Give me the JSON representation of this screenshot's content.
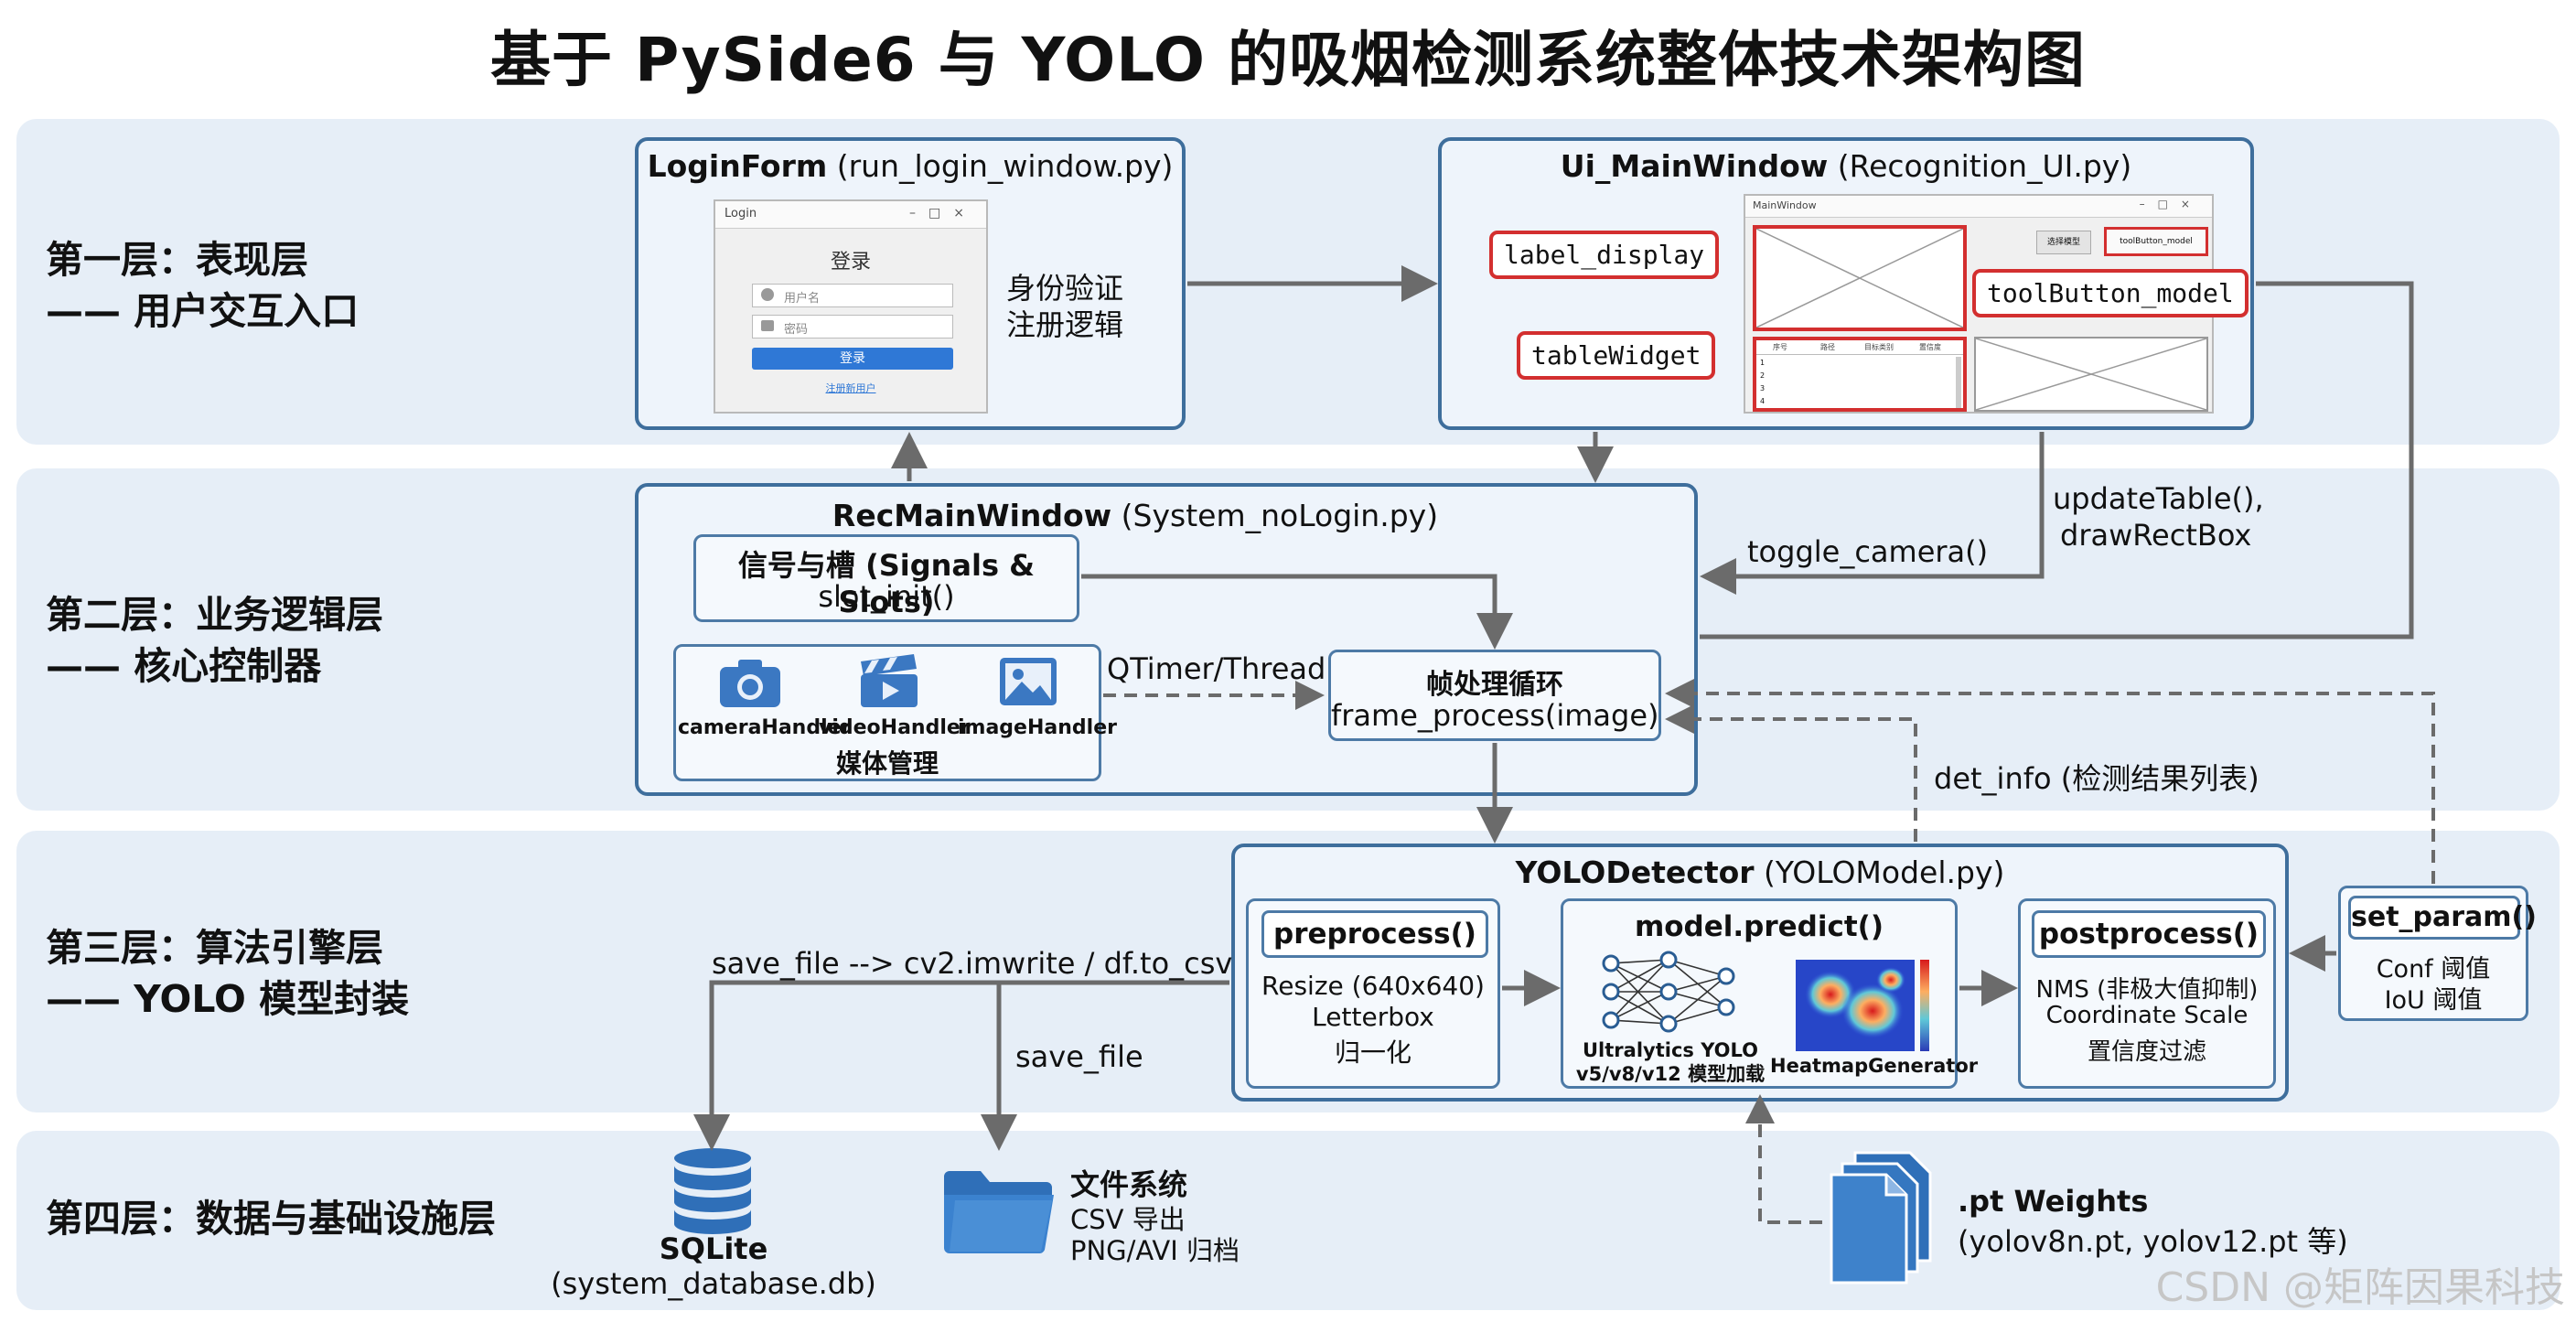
{
  "title": "基于 PySide6 与 YOLO 的吸烟检测系统整体技术架构图",
  "layers": [
    {
      "line1": "第一层：表现层",
      "line2": "—— 用户交互入口"
    },
    {
      "line1": "第二层：业务逻辑层",
      "line2": "—— 核心控制器"
    },
    {
      "line1": "第三层：算法引擎层",
      "line2": "—— YOLO 模型封装"
    },
    {
      "line1": "第四层：数据与基础设施层",
      "line2": ""
    }
  ],
  "login": {
    "title_bold": "LoginForm",
    "title_rest": " (run_login_window.py)",
    "window_title": "Login",
    "heading": "登录",
    "user_placeholder": "用户名",
    "pass_placeholder": "密码",
    "button": "登录",
    "link": "注册新用户",
    "desc1": "身份验证",
    "desc2": "注册逻辑"
  },
  "ui_main": {
    "title_bold": "Ui_MainWindow",
    "title_rest": " (Recognition_UI.py)",
    "window_title": "MainWindow",
    "label_display": "label_display",
    "tableWidget": "tableWidget",
    "toolButton_model": "toolButton_model",
    "mini_btn1": "选择模型",
    "mini_btn2": "toolButton_model",
    "table_headers": [
      "序号",
      "路径",
      "目标类别",
      "置信度"
    ],
    "table_rows": [
      "1",
      "2",
      "3",
      "4"
    ]
  },
  "rec": {
    "title_bold": "RecMainWindow",
    "title_rest": " (System_noLogin.py)",
    "signals_bold": "信号与槽 (Signals & Slots)",
    "signals_sub": "slot_init()",
    "media": {
      "handlers": [
        "cameraHandler",
        "videoHandler",
        "imageHandler"
      ],
      "label": "媒体管理"
    },
    "frame_title": "帧处理循环",
    "frame_sub": "frame_process(image)",
    "qtimer": "QTimer/Thread",
    "toggle_camera": "toggle_camera()",
    "update1": "updateTable(),",
    "update2": "drawRectBox",
    "det_info": "det_info (检测结果列表)"
  },
  "yolo": {
    "title_bold": "YOLODetector",
    "title_rest": " (YOLOModel.py)",
    "pre_title": "preprocess()",
    "pre_lines": [
      "Resize (640x640)",
      "Letterbox",
      "归一化"
    ],
    "predict_title": "model.predict()",
    "predict_lbl1": "Ultralytics YOLO",
    "predict_lbl2": "v5/v8/v12 模型加载",
    "heatmap": "HeatmapGenerator",
    "post_title": "postprocess()",
    "post_lines": [
      "NMS (非极大值抑制)",
      "Coordinate Scale",
      "置信度过滤"
    ],
    "setparam_title": "set_param()",
    "setparam_lines": [
      "Conf 阈值",
      "IoU 阈值"
    ],
    "save_file_long": "save_file --> cv2.imwrite / df.to_csv",
    "save_file": "save_file"
  },
  "infra": {
    "sqlite_title": "SQLite",
    "sqlite_sub": "(system_database.db)",
    "fs_title": "文件系统",
    "fs_lines": [
      "CSV 导出",
      "PNG/AVI 归档"
    ],
    "weights_title": ".pt Weights",
    "weights_sub": "(yolov8n.pt, yolov12.pt 等)"
  },
  "watermark": "CSDN @矩阵因果科技",
  "colors": {
    "box_border": "#3e6e9c",
    "band": "#e6eef7",
    "red": "#d32f2f",
    "arrow": "#6b6b6b",
    "icon_blue": "#3b78c2"
  }
}
